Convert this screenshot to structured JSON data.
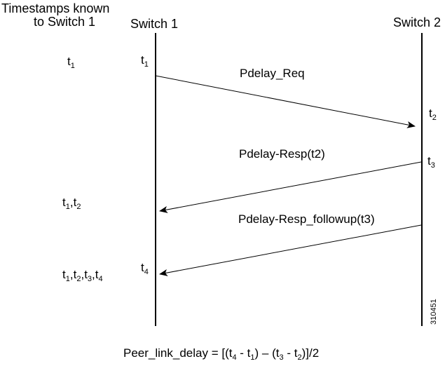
{
  "header": {
    "known_line1": "Timestamps known",
    "known_line2": "to Switch 1",
    "switch1": "Switch 1",
    "switch2": "Switch 2"
  },
  "known_timestamps": {
    "row1": "t",
    "row2": "t",
    "row3": "t"
  },
  "switch1_timestamps": {
    "t1": "t",
    "t4": "t"
  },
  "switch2_timestamps": {
    "t2": "t",
    "t3": "t"
  },
  "messages": {
    "pdelay_req": "Pdelay_Req",
    "pdelay_resp": "Pdelay-Resp(t2)",
    "pdelay_resp_followup": "Pdelay-Resp_followup(t3)"
  },
  "formula": {
    "prefix": "Peer_link_delay = [(t",
    "mid1": " - t",
    "mid2": ") – (t",
    "mid3": " - t",
    "suffix": ")]/2"
  },
  "figure_id": "310451",
  "colors": {
    "line": "#000000",
    "background": "#ffffff"
  }
}
